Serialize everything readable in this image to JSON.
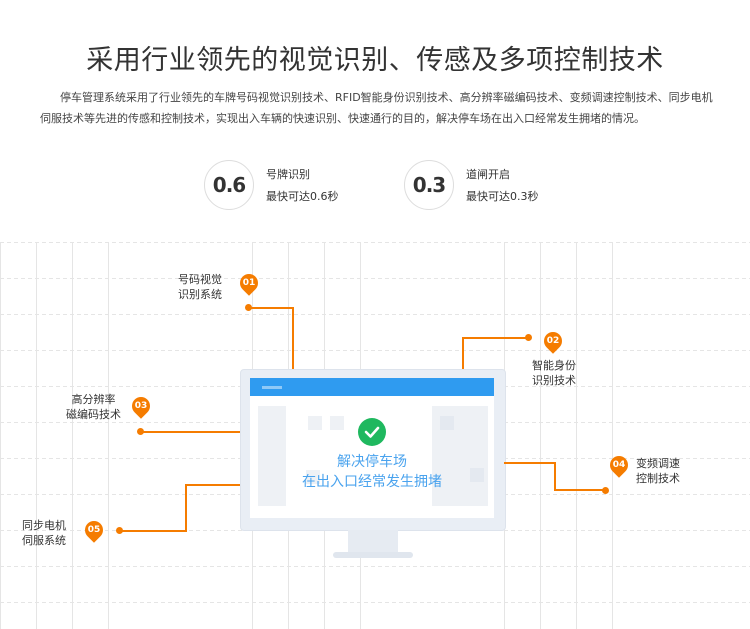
{
  "title": "采用行业领先的视觉识别、传感及多项控制技术",
  "description": "停车管理系统采用了行业领先的车牌号码视觉识别技术、RFID智能身份识别技术、高分辨率磁编码技术、变频调速控制技术、同步电机伺服技术等先进的传感和控制技术，实现出入车辆的快速识别、快速通行的目的，解决停车场在出入口经常发生拥堵的情况。",
  "stats": [
    {
      "value": "0.6",
      "label": "号牌识别",
      "sub": "最快可达0.6秒"
    },
    {
      "value": "0.3",
      "label": "道闸开启",
      "sub": "最快可达0.3秒"
    }
  ],
  "screen": {
    "line1": "解决停车场",
    "line2": "在出入口经常发生拥堵",
    "icon": "check-icon"
  },
  "callouts": [
    {
      "num": "01",
      "line1": "号码视觉",
      "line2": "识别系统"
    },
    {
      "num": "02",
      "line1": "智能身份",
      "line2": "识别技术"
    },
    {
      "num": "03",
      "line1": "高分辨率",
      "line2": "磁编码技术"
    },
    {
      "num": "04",
      "line1": "变频调速",
      "line2": "控制技术"
    },
    {
      "num": "05",
      "line1": "同步电机",
      "line2": "伺服系统"
    }
  ],
  "colors": {
    "accent": "#f57c00",
    "screen_blue": "#2f9bf0",
    "check_green": "#1fb85f"
  }
}
